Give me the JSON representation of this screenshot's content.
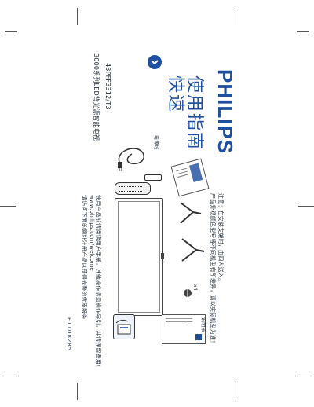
{
  "doc_code": "F1108285",
  "brand": {
    "logo_text": "PHILIPS",
    "title": "快速使用指南",
    "title_line1": "快速",
    "title_line2": "使用指南",
    "accent_color": "#1f4fa0"
  },
  "product": {
    "series_line": "3000系列LED背光源智能电视",
    "model": "43PFF3312/T3"
  },
  "intro": {
    "line1": "请访问下面的网址注册产品以获得完整的优质服务",
    "url": "www.philips.com/welcome",
    "line2": "使用产品前请阅读用户手册，其他操作请见操作导引，并请保留备用！"
  },
  "contents": {
    "power_cord_label": "电源线",
    "screw_count": "x4",
    "doc_label": "说明书"
  },
  "footer": {
    "line1": "产品外观颜色型号等不同机型有所差异，请以实际机型为准！",
    "line2": "注意：在安装支架时，由四人送入。"
  },
  "icons": [
    "chevron-right-icon",
    "hand-book-icon"
  ]
}
